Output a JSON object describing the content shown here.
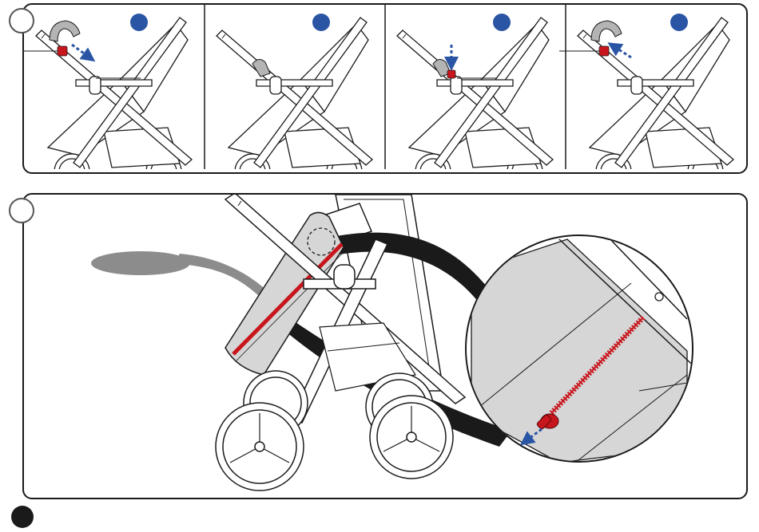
{
  "colors": {
    "stroke": "#1a1a1a",
    "fabric": "#d6d6d6",
    "fabric_dark": "#b4b4b4",
    "zipper": "#c8161d",
    "arrow": "#2a55a5",
    "badge": "#2a55a5",
    "callout": "#8c8c8c"
  },
  "icons": {
    "step_marker": "circle-outline",
    "sub_step_badge": "filled-blue-circle",
    "zipper_pull": "zipper-pull",
    "direction_arrow": "dashed-arrow"
  },
  "top_steps": [
    {
      "id": 1,
      "action": "press-release"
    },
    {
      "id": 2,
      "action": "attached"
    },
    {
      "id": 3,
      "action": "press-down"
    },
    {
      "id": 4,
      "action": "pull-away"
    }
  ]
}
